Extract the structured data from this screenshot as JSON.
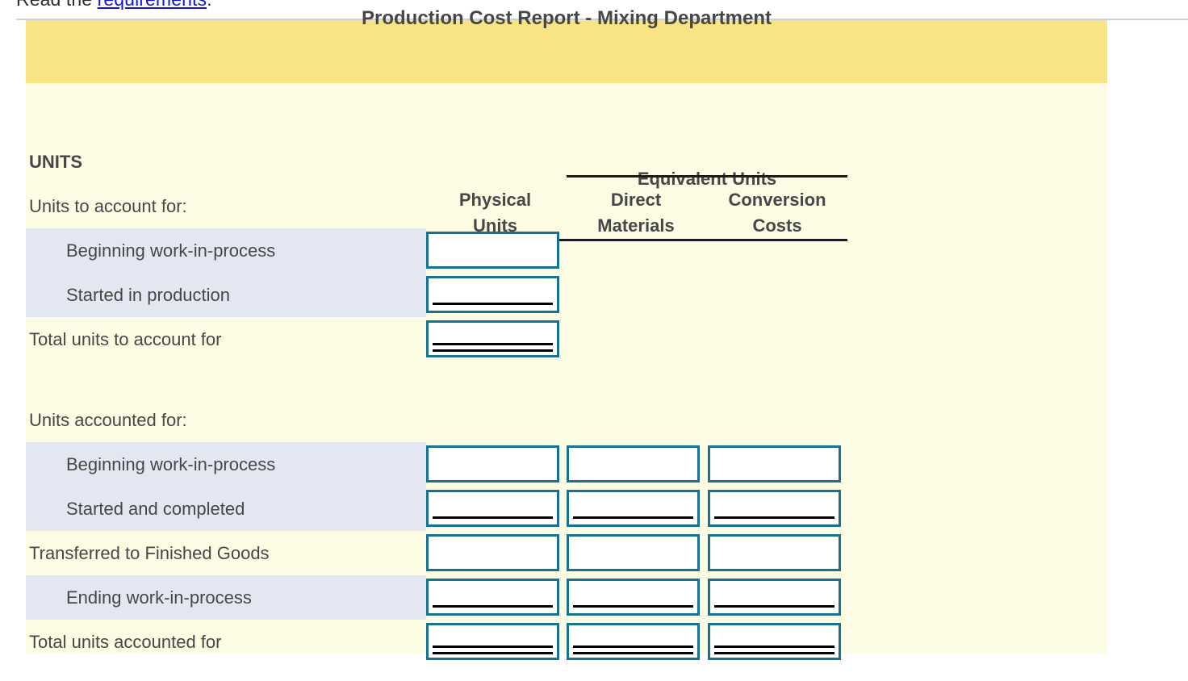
{
  "instruction": {
    "prefix": "Read the ",
    "link_text": "requirements",
    "suffix": "."
  },
  "panel": {
    "title": "Production Cost Report - Mixing Department",
    "section_label": "UNITS",
    "colors": {
      "header_yellow": "#f9e485",
      "body_cream": "#fcfce4",
      "shaded_row": "#e2e7f2",
      "input_border_teal": "#17718f",
      "rule_black": "#1c1c1c",
      "link_blue": "#1414d6",
      "text_gray": "#474747"
    }
  },
  "columns": {
    "group_label": "Equivalent Units",
    "physical_units": "Physical\nUnits",
    "physical_units_line1": "Physical",
    "physical_units_line2": "Units",
    "direct_materials_line1": "Direct",
    "direct_materials_line2": "Materials",
    "conversion_costs_line1": "Conversion",
    "conversion_costs_line2": "Costs"
  },
  "sections": [
    {
      "heading": "Units to account for:",
      "rows": [
        {
          "label": "Beginning work-in-process",
          "indent": true,
          "shaded": true,
          "cells": 1,
          "underline": "none",
          "value": ""
        },
        {
          "label": "Started in production",
          "indent": true,
          "shaded": true,
          "cells": 1,
          "underline": "single",
          "value": ""
        },
        {
          "label": "Total units to account for",
          "indent": false,
          "shaded": false,
          "cells": 1,
          "underline": "double",
          "value": ""
        }
      ]
    },
    {
      "heading": "Units accounted for:",
      "rows": [
        {
          "label": "Beginning work-in-process",
          "indent": true,
          "shaded": true,
          "cells": 3,
          "underline": "none",
          "value": ""
        },
        {
          "label": "Started and completed",
          "indent": true,
          "shaded": true,
          "cells": 3,
          "underline": "single",
          "value": ""
        },
        {
          "label": "Transferred to Finished Goods",
          "indent": false,
          "shaded": false,
          "cells": 3,
          "underline": "none",
          "value": ""
        },
        {
          "label": "Ending work-in-process",
          "indent": true,
          "shaded": true,
          "cells": 3,
          "underline": "single",
          "value": ""
        },
        {
          "label": "Total units accounted for",
          "indent": false,
          "shaded": false,
          "cells": 3,
          "underline": "double",
          "value": ""
        }
      ]
    }
  ]
}
